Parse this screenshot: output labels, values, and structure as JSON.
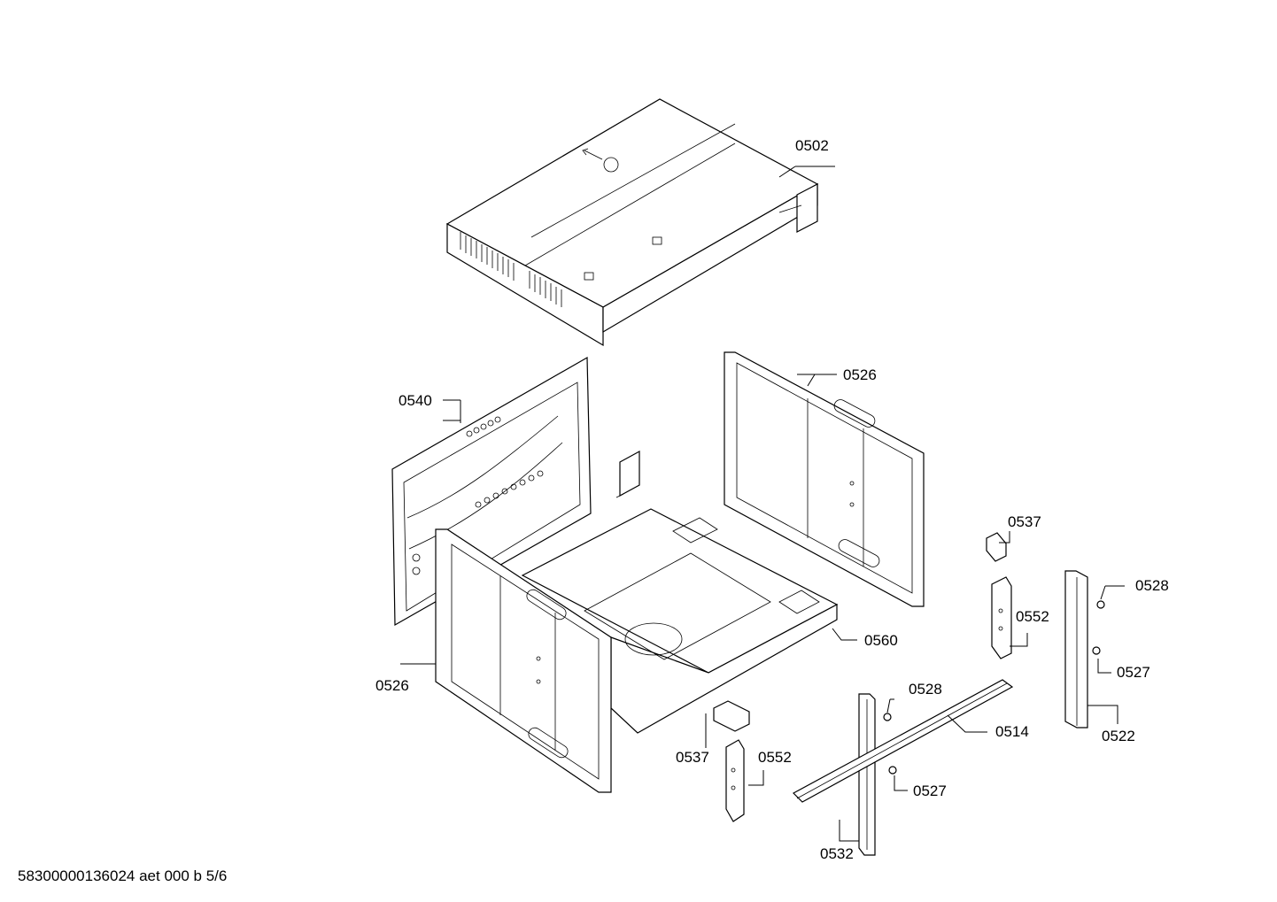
{
  "diagram": {
    "callouts": [
      {
        "id": "0502",
        "text": "0502"
      },
      {
        "id": "0540",
        "text": "0540"
      },
      {
        "id": "0526_right",
        "text": "0526"
      },
      {
        "id": "0537_right",
        "text": "0537"
      },
      {
        "id": "0528_right",
        "text": "0528"
      },
      {
        "id": "0552_right",
        "text": "0552"
      },
      {
        "id": "0560",
        "text": "0560"
      },
      {
        "id": "0527_right",
        "text": "0527"
      },
      {
        "id": "0526_left",
        "text": "0526"
      },
      {
        "id": "0528_center",
        "text": "0528"
      },
      {
        "id": "0514",
        "text": "0514"
      },
      {
        "id": "0522",
        "text": "0522"
      },
      {
        "id": "0537_center",
        "text": "0537"
      },
      {
        "id": "0552_center",
        "text": "0552"
      },
      {
        "id": "0527_center",
        "text": "0527"
      },
      {
        "id": "0532",
        "text": "0532"
      }
    ]
  },
  "footer": {
    "document_id": "58300000136024 aet 000 b 5/6"
  }
}
